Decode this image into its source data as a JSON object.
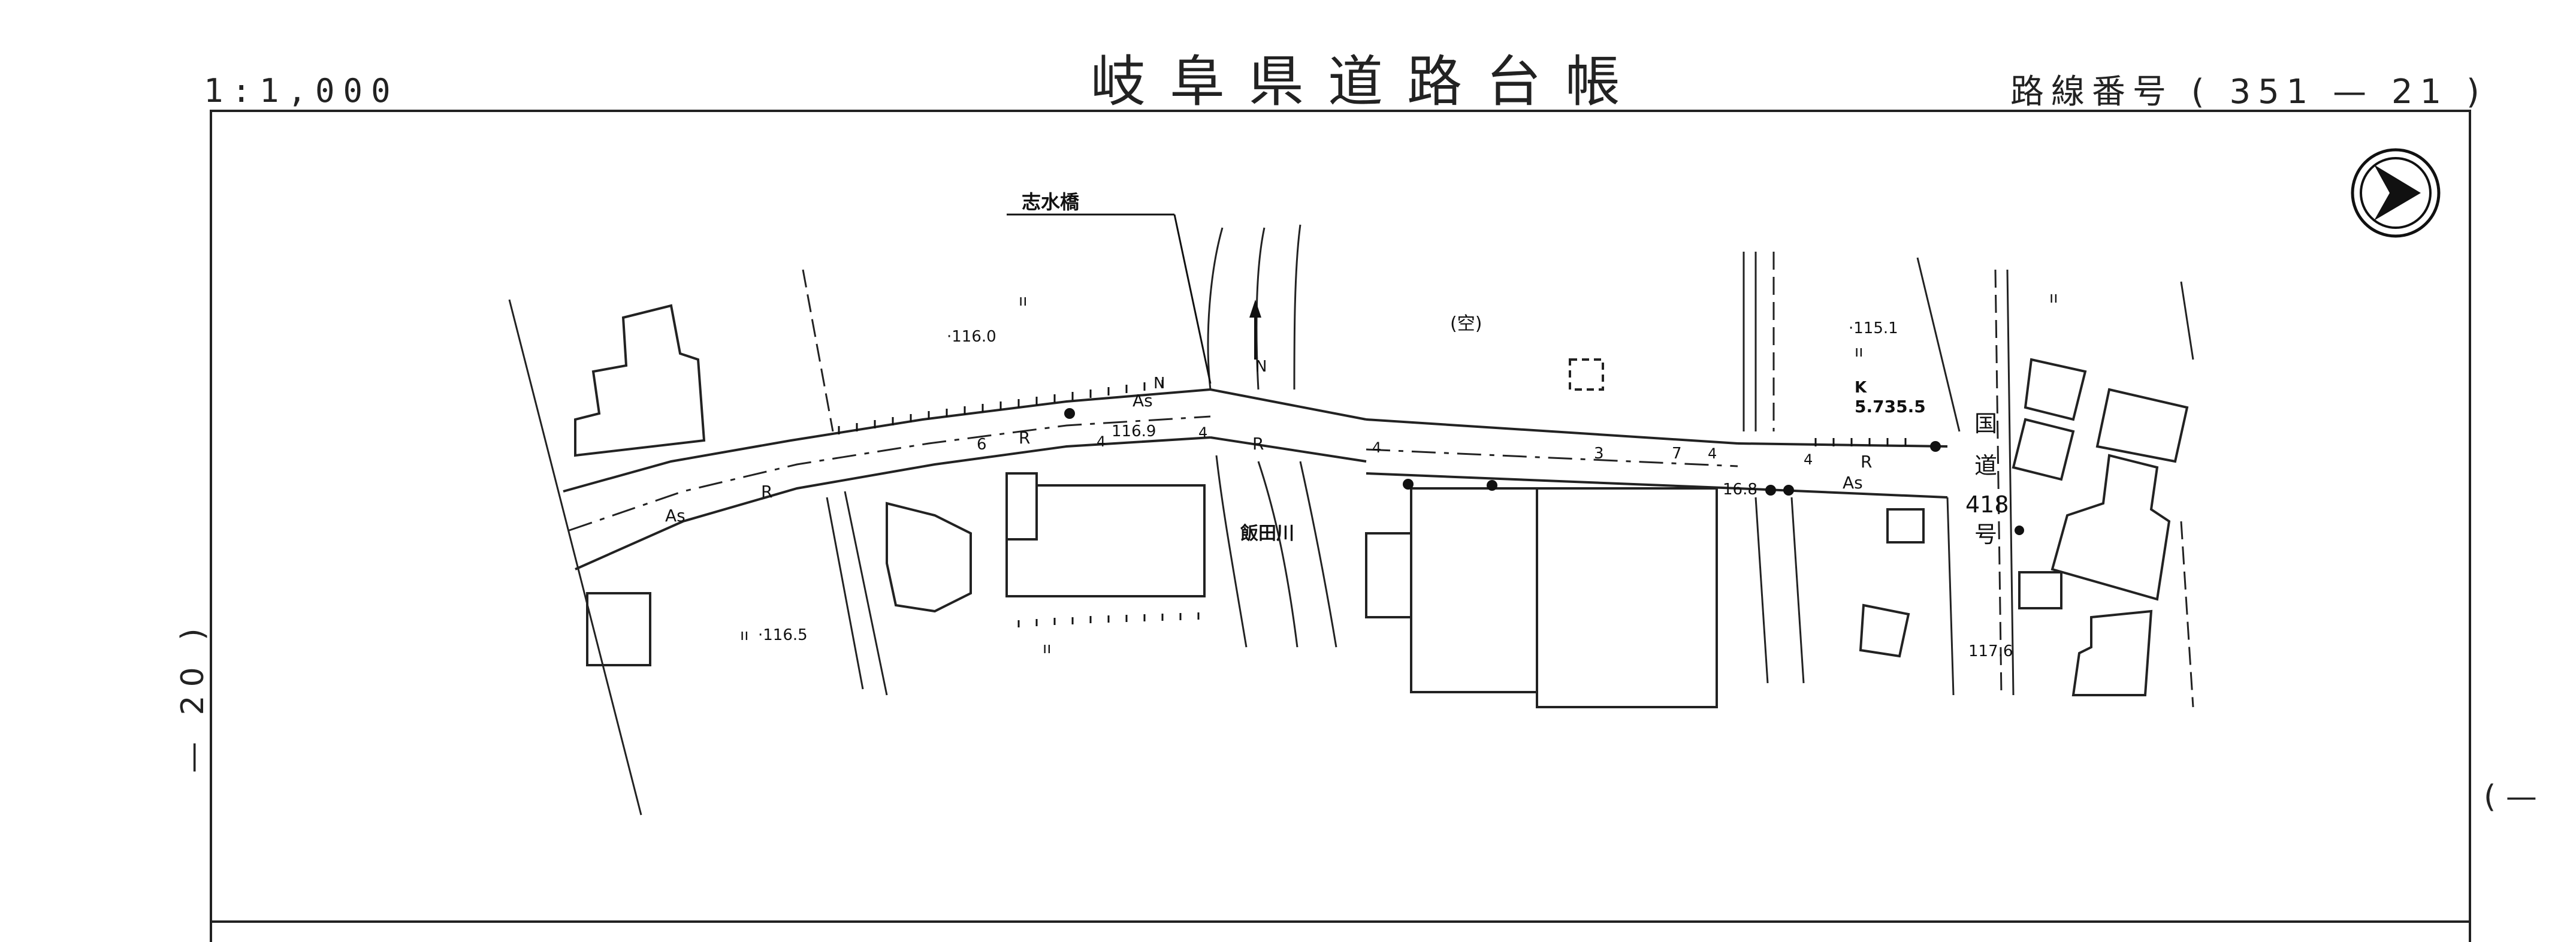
{
  "header": {
    "title": "岐阜県道路台帳",
    "scale": "1:1,000",
    "route_number": "路線番号 ( 351 — 21 )"
  },
  "margin_marks": {
    "left": "— 20 )",
    "right": "( —"
  },
  "map": {
    "bridge_name": "志水橋",
    "river_name": "飯田川",
    "vacant_label": "(空)",
    "national_road": [
      "国",
      "道",
      "418",
      "号"
    ],
    "elevations": [
      "·116.0",
      "116.9",
      "·116.5",
      "·115.1",
      "117.6",
      "16.8"
    ],
    "road_marks": {
      "as": "As",
      "r": "R",
      "n": "N",
      "k": "K",
      "four": "4",
      "six": "6",
      "seven": "7",
      "three": "3",
      "k_dims": "5.735.5"
    },
    "land_marks": {
      "field": "ıı",
      "north_arrow_symbol": "↑"
    }
  }
}
